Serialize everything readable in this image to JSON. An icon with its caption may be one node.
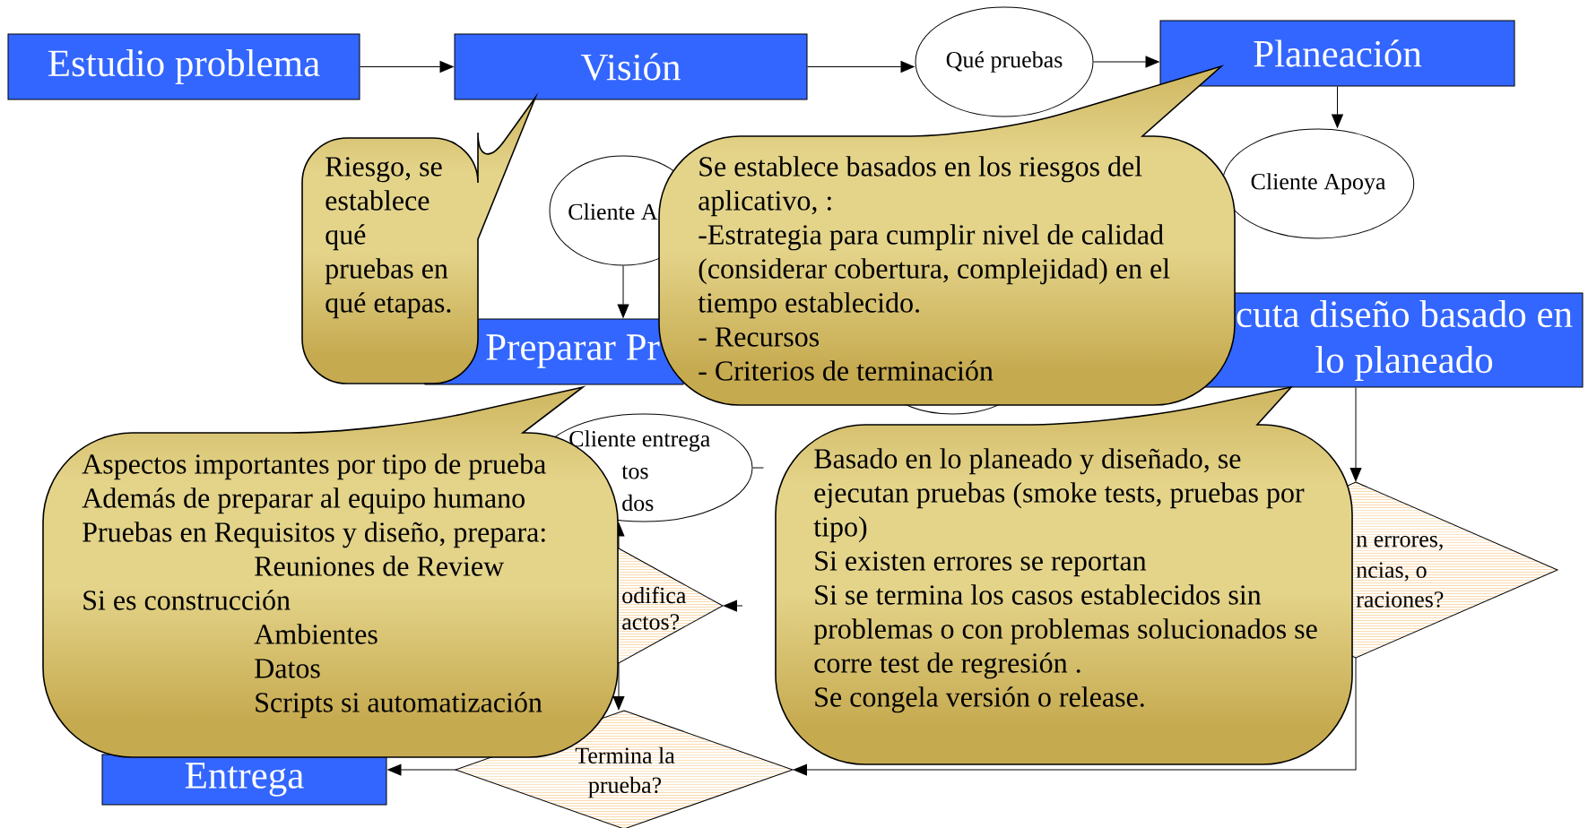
{
  "diagram": {
    "nodes": [
      {
        "text": [
          "Estudio problema"
        ]
      },
      {
        "text": [
          "Visión"
        ]
      },
      {
        "text": [
          "Qué pruebas"
        ]
      },
      {
        "text": [
          "Planeación"
        ]
      },
      {
        "text": [
          "Riesgo, se establece qué pruebas en qué etapas."
        ]
      },
      {
        "text": [
          "Cliente A"
        ]
      },
      {
        "text": [
          "Se establece basados en los riesgos del aplicativo, :",
          "-Estrategia para cumplir nivel de calidad (considerar cobertura, complejidad) en el tiempo establecido.",
          "- Recursos",
          "- Criterios de terminación"
        ]
      },
      {
        "text": [
          "Cliente Apoya"
        ]
      },
      {
        "text": [],
        "shape": "circle"
      },
      {
        "text": [
          "Preparar Pr"
        ]
      },
      {
        "text": [
          "cuta diseño basado en lo planeado"
        ]
      },
      {
        "text": [
          "Aspectos importantes por tipo de prueba",
          "Además de preparar al equipo humano",
          "Pruebas en Requisitos y diseño, prepara:",
          "Reuniones de Review",
          "Si es construcción",
          "Ambientes",
          "Datos",
          "Scripts si automatización"
        ]
      },
      {
        "text": [
          "Cliente entrega",
          "tos",
          "dos"
        ]
      },
      {
        "text": [
          "Basado en lo planeado y diseñado, se ejecutan pruebas (smoke tests, pruebas por tipo)",
          "Si existen errores se reportan",
          "Si se termina los casos establecidos sin problemas o con problemas solucionados se corre test de regresión .",
          "Se congela versión o release."
        ]
      },
      {
        "text": [
          "odifica",
          "actos?"
        ]
      },
      {
        "text": [
          "n errores,",
          "ncias, o",
          "raciones?"
        ]
      },
      {
        "text": [
          "Entrega"
        ]
      },
      {
        "text": [
          "Termina la prueba?"
        ]
      }
    ],
    "edges": [
      {
        "from": 0,
        "to": 1,
        "arrow": "to"
      },
      {
        "from": 1,
        "to": 2,
        "arrow": "to"
      },
      {
        "from": 2,
        "to": 3,
        "arrow": "to"
      },
      {
        "from": 3,
        "to": 7,
        "arrow": "to"
      },
      {
        "from": 5,
        "to": 9,
        "arrow": "to"
      },
      {
        "from": 10,
        "to": 15,
        "arrow": "to"
      },
      {
        "from": 15,
        "to": 17,
        "arrow": "to"
      },
      {
        "from": 17,
        "to": 16,
        "arrow": "to"
      },
      {
        "from": 14,
        "to": 12,
        "arrow": "to"
      },
      {
        "from": 14,
        "to": 17,
        "arrow": "to"
      },
      {
        "from": null,
        "to": 14,
        "arrow": "to"
      },
      {
        "from": 12,
        "to": null,
        "arrow": "none"
      }
    ]
  }
}
